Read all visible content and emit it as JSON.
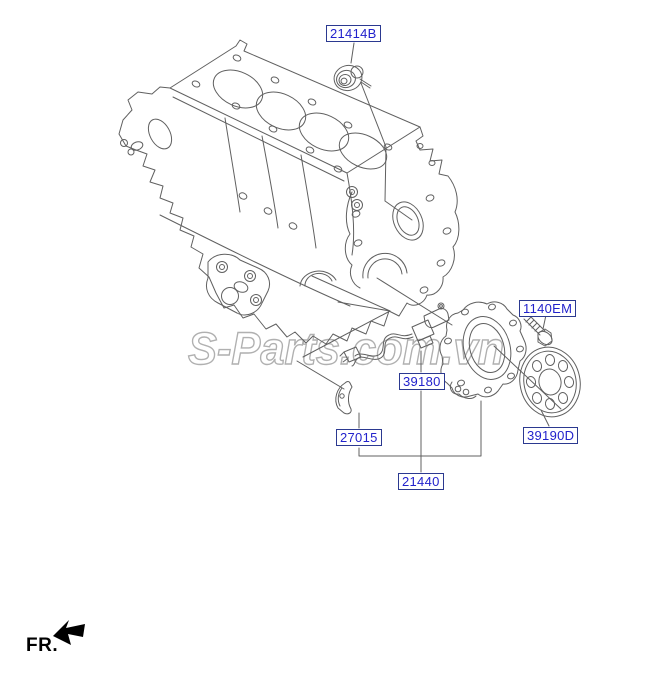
{
  "colors": {
    "label_text": "#2222cc",
    "label_border": "#2b3990",
    "line": "#606060",
    "watermark": "#b0b0b0",
    "direction_text": "#000000",
    "page_bg": "#ffffff"
  },
  "watermark": {
    "text": "S-Parts.com.vn"
  },
  "direction": {
    "label": "FR."
  },
  "part_labels": [
    {
      "code": "21414B"
    },
    {
      "code": "1140EM"
    },
    {
      "code": "39180"
    },
    {
      "code": "27015"
    },
    {
      "code": "39190D"
    },
    {
      "code": "21440"
    }
  ]
}
